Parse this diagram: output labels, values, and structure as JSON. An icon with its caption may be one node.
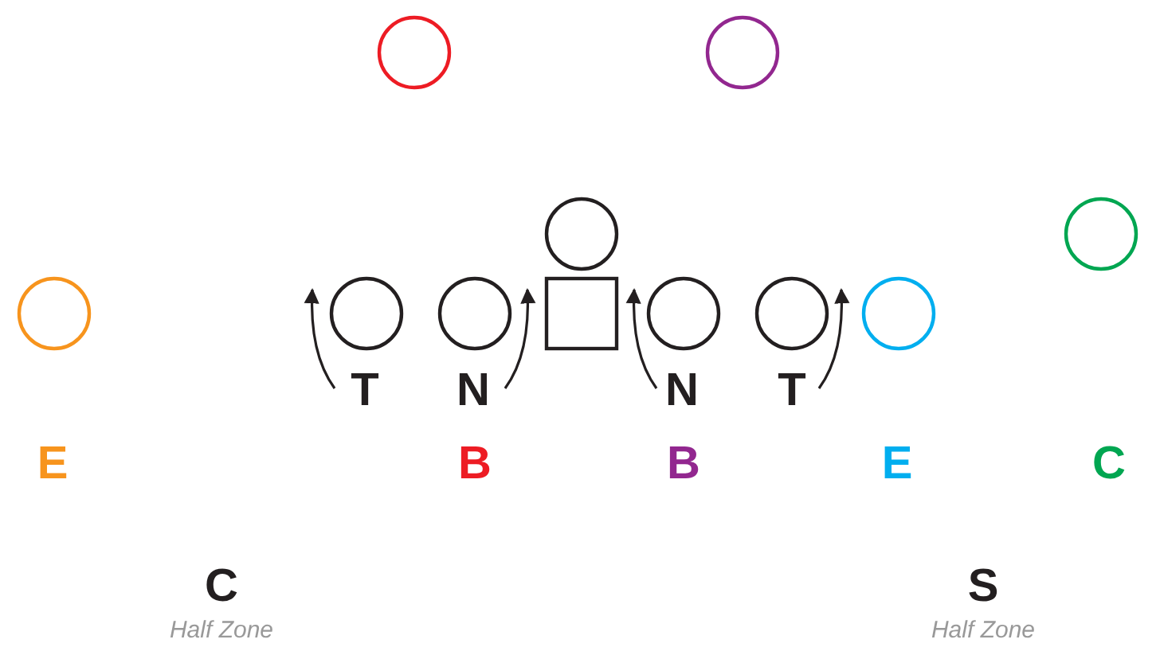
{
  "diagram": {
    "labels": [
      "T",
      "N",
      "N",
      "T",
      "E",
      "B",
      "B",
      "E",
      "C",
      "C",
      "S",
      "Half Zone",
      "Half Zone"
    ]
  }
}
